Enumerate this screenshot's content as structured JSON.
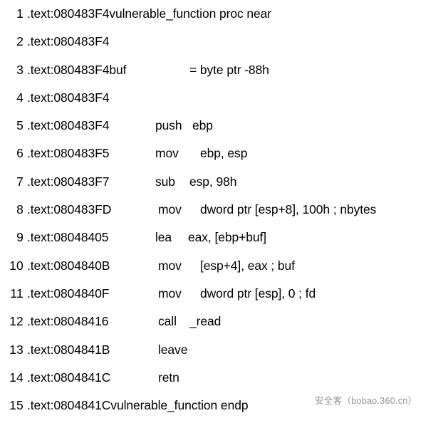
{
  "listing": {
    "title": "vulnerable_function disassembly",
    "background_color": "#ffffff",
    "text_color": "#000000",
    "lines": [
      {
        "number": "1",
        "address": ".text:080483F4vulnerable_function proc near",
        "mnemonic": "",
        "operands": ""
      },
      {
        "number": "2",
        "address": ".text:080483F4",
        "mnemonic": "",
        "operands": ""
      },
      {
        "number": "3",
        "address": ".text:080483F4buf",
        "mnemonic": "",
        "operands": "= byte ptr -88h"
      },
      {
        "number": "4",
        "address": ".text:080483F4",
        "mnemonic": "",
        "operands": ""
      },
      {
        "number": "5",
        "address": ".text:080483F4",
        "mnemonic": "push",
        "operands": "ebp"
      },
      {
        "number": "6",
        "address": ".text:080483F5",
        "mnemonic": "mov",
        "operands": "ebp, esp"
      },
      {
        "number": "7",
        "address": ".text:080483F7",
        "mnemonic": "sub",
        "operands": "esp, 98h"
      },
      {
        "number": "8",
        "address": ".text:080483FD",
        "mnemonic": "mov",
        "operands": "dword ptr [esp+8], 100h ; nbytes"
      },
      {
        "number": "9",
        "address": ".text:08048405",
        "mnemonic": "lea",
        "operands": "eax, [ebp+buf]"
      },
      {
        "number": "10",
        "address": ".text:0804840B",
        "mnemonic": "mov",
        "operands": "[esp+4], eax   ; buf"
      },
      {
        "number": "11",
        "address": ".text:0804840F",
        "mnemonic": "mov",
        "operands": "dword ptr [esp], 0 ; fd"
      },
      {
        "number": "12",
        "address": ".text:08048416",
        "mnemonic": "call",
        "operands": "_read"
      },
      {
        "number": "13",
        "address": ".text:0804841B",
        "mnemonic": "leave",
        "operands": ""
      },
      {
        "number": "14",
        "address": ".text:0804841C",
        "mnemonic": "retn",
        "operands": ""
      },
      {
        "number": "15",
        "address": ".text:0804841Cvulnerable_function endp",
        "mnemonic": "",
        "operands": ""
      }
    ]
  },
  "watermark": {
    "text": "安全客（bobao.360.cn）",
    "color": "#808080"
  }
}
